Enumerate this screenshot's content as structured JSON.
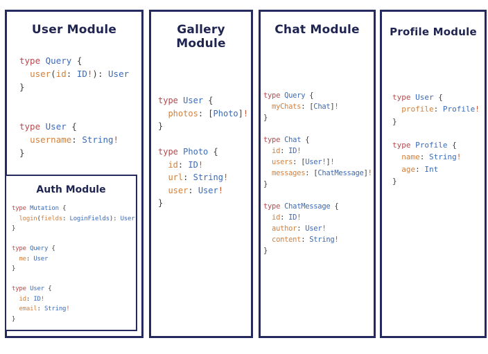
{
  "palette": {
    "border_navy": "#242a5e",
    "title_navy": "#1f2451",
    "keyword_red": "#b34a4e",
    "type_blue": "#3a6ab8",
    "field_orange": "#d2803c",
    "bang_orange_red": "#c9512d",
    "punctuation_gray": "#3c3c3c",
    "background": "#ffffff"
  },
  "panels": [
    {
      "name": "user-module",
      "title": "User Module",
      "code_lines": [
        "type Query {",
        "  user(id: ID!): User",
        "}",
        "",
        "",
        "type User {",
        "  username: String!",
        "}"
      ],
      "sub_panel": {
        "name": "auth-module",
        "title": "Auth Module",
        "code_lines": [
          "type Mutation {",
          "  login(fields: LoginFields): User",
          "}",
          "",
          "type Query {",
          "  me: User",
          "}",
          "",
          "type User {",
          "  id: ID!",
          "  email: String!",
          "}"
        ]
      }
    },
    {
      "name": "gallery-module",
      "title": "Gallery Module",
      "code_lines": [
        "type User {",
        "  photos: [Photo]!",
        "}",
        "",
        "type Photo {",
        "  id: ID!",
        "  url: String!",
        "  user: User!",
        "}"
      ]
    },
    {
      "name": "chat-module",
      "title": "Chat Module",
      "code_lines": [
        "type Query {",
        "  myChats: [Chat]!",
        "}",
        "",
        "type Chat {",
        "  id: ID!",
        "  users: [User!]!",
        "  messages: [ChatMessage]!",
        "}",
        "",
        "type ChatMessage {",
        "  id: ID!",
        "  author: User!",
        "  content: String!",
        "}"
      ]
    },
    {
      "name": "profile-module",
      "title": "Profile Module",
      "code_lines": [
        "type User {",
        "  profile: Profile!",
        "}",
        "",
        "type Profile {",
        "  name: String!",
        "  age: Int",
        "}"
      ]
    }
  ]
}
